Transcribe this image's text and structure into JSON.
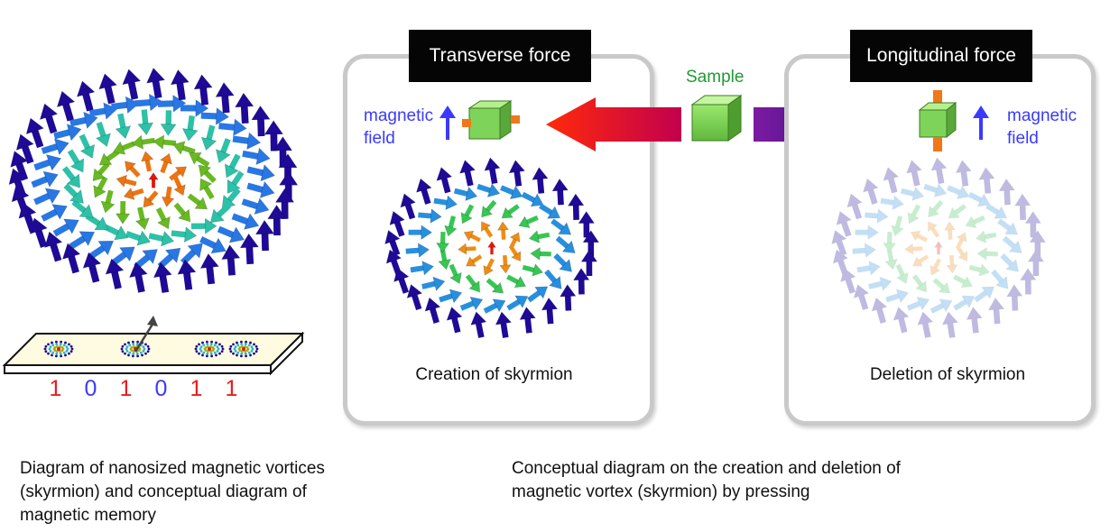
{
  "left_figure": {
    "bits": [
      "1",
      "0",
      "1",
      "0",
      "1",
      "1"
    ],
    "caption": [
      "Diagram of nanosized magnetic vortices",
      "(skyrmion) and conceptual diagram of",
      "magnetic memory"
    ]
  },
  "middle": {
    "sample_label": "Sample",
    "caption": [
      "Conceptual diagram on the creation and deletion of",
      "magnetic vortex (skyrmion) by pressing"
    ]
  },
  "transverse_panel": {
    "header": "Transverse force",
    "field_label": [
      "magnetic",
      "field"
    ],
    "caption": "Creation of skyrmion"
  },
  "longitudinal_panel": {
    "header": "Longitudinal force",
    "field_label": [
      "magnetic",
      "field"
    ],
    "caption": "Deletion of skyrmion"
  },
  "colors": {
    "bit_one": "#e81e1e",
    "bit_zero": "#3a3aff",
    "header_bg": "#050505",
    "field_text": "#3a3aff",
    "sample_text": "#1f9a34",
    "arrow_left_gradient": [
      "#ff1a10",
      "#c80050"
    ],
    "arrow_right_gradient": [
      "#7a1aa0",
      "#1a1078"
    ],
    "cube": "#7ed45a"
  },
  "icons": [
    "skyrmion-vortex",
    "memory-strip",
    "cube-sample",
    "force-arrow",
    "field-arrow"
  ]
}
